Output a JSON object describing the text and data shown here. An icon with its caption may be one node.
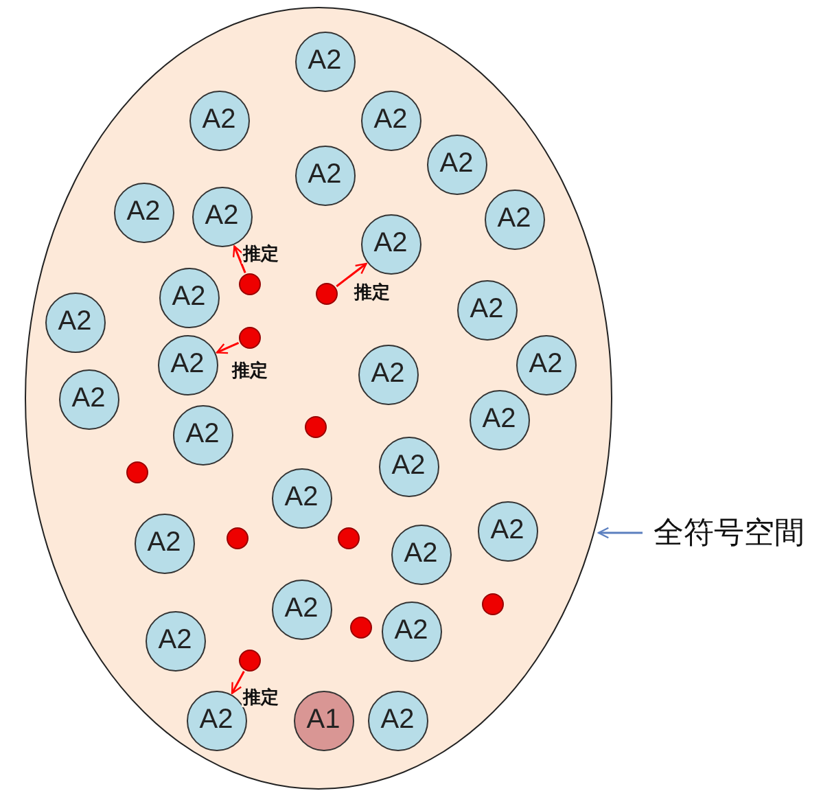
{
  "diagram": {
    "nodes": [
      {
        "text": [],
        "shape": "ellipse"
      },
      {
        "text": [
          "A2"
        ],
        "in": 0
      },
      {
        "text": [
          "A2"
        ],
        "in": 0
      },
      {
        "text": [
          "A2"
        ],
        "in": 0
      },
      {
        "text": [
          "A2"
        ],
        "in": 0
      },
      {
        "text": [
          "A2"
        ],
        "in": 0
      },
      {
        "text": [
          "A2"
        ],
        "in": 0
      },
      {
        "text": [
          "A2"
        ],
        "in": 0
      },
      {
        "text": [
          "A2"
        ],
        "in": 0
      },
      {
        "text": [
          "A2"
        ],
        "in": 0
      },
      {
        "text": [],
        "shape": "circle",
        "in": 0
      },
      {
        "text": [],
        "shape": "circle",
        "in": 0
      },
      {
        "text": [
          "A2"
        ],
        "in": 0
      },
      {
        "text": [
          "A2"
        ],
        "in": 0
      },
      {
        "text": [
          "A2"
        ],
        "in": 0
      },
      {
        "text": [],
        "shape": "circle",
        "in": 0
      },
      {
        "text": [
          "A2"
        ],
        "in": 0
      },
      {
        "text": [
          "A2"
        ],
        "in": 0
      },
      {
        "text": [
          "A2"
        ],
        "in": 0
      },
      {
        "text": [
          "A2"
        ],
        "in": 0
      },
      {
        "text": [
          "A2"
        ],
        "in": 0
      },
      {
        "text": [],
        "shape": "circle",
        "in": 0
      },
      {
        "text": [
          "A2"
        ],
        "in": 0
      },
      {
        "text": [
          "A2"
        ],
        "in": 0
      },
      {
        "text": [],
        "shape": "circle",
        "in": 0
      },
      {
        "text": [
          "A2"
        ],
        "in": 0
      },
      {
        "text": [
          "A2"
        ],
        "in": 0
      },
      {
        "text": [],
        "shape": "circle",
        "in": 0
      },
      {
        "text": [],
        "shape": "circle",
        "in": 0
      },
      {
        "text": [
          "A2"
        ],
        "in": 0
      },
      {
        "text": [
          "A2"
        ],
        "in": 0
      },
      {
        "text": [],
        "shape": "circle",
        "in": 0
      },
      {
        "text": [
          "A2"
        ],
        "in": 0
      },
      {
        "text": [],
        "shape": "circle",
        "in": 0
      },
      {
        "text": [
          "A2"
        ],
        "in": 0
      },
      {
        "text": [
          "A2"
        ],
        "in": 0
      },
      {
        "text": [],
        "shape": "circle",
        "in": 0
      },
      {
        "text": [
          "A2"
        ],
        "in": 0
      },
      {
        "text": [
          "A1"
        ],
        "in": 0
      },
      {
        "text": [
          "A2"
        ],
        "in": 0
      },
      {
        "text": [
          "全符号空間"
        ]
      }
    ],
    "edges": [
      {
        "from": 10,
        "to": 7,
        "arrow": "to",
        "label": "推定"
      },
      {
        "from": 11,
        "to": 9,
        "arrow": "to",
        "label": "推定"
      },
      {
        "from": 15,
        "to": 16,
        "arrow": "to",
        "label": "推定"
      },
      {
        "from": 36,
        "to": 37,
        "arrow": "to",
        "label": "推定"
      },
      {
        "from": 40,
        "to": 0,
        "arrow": "to",
        "color": "#5b7fbf"
      }
    ]
  }
}
